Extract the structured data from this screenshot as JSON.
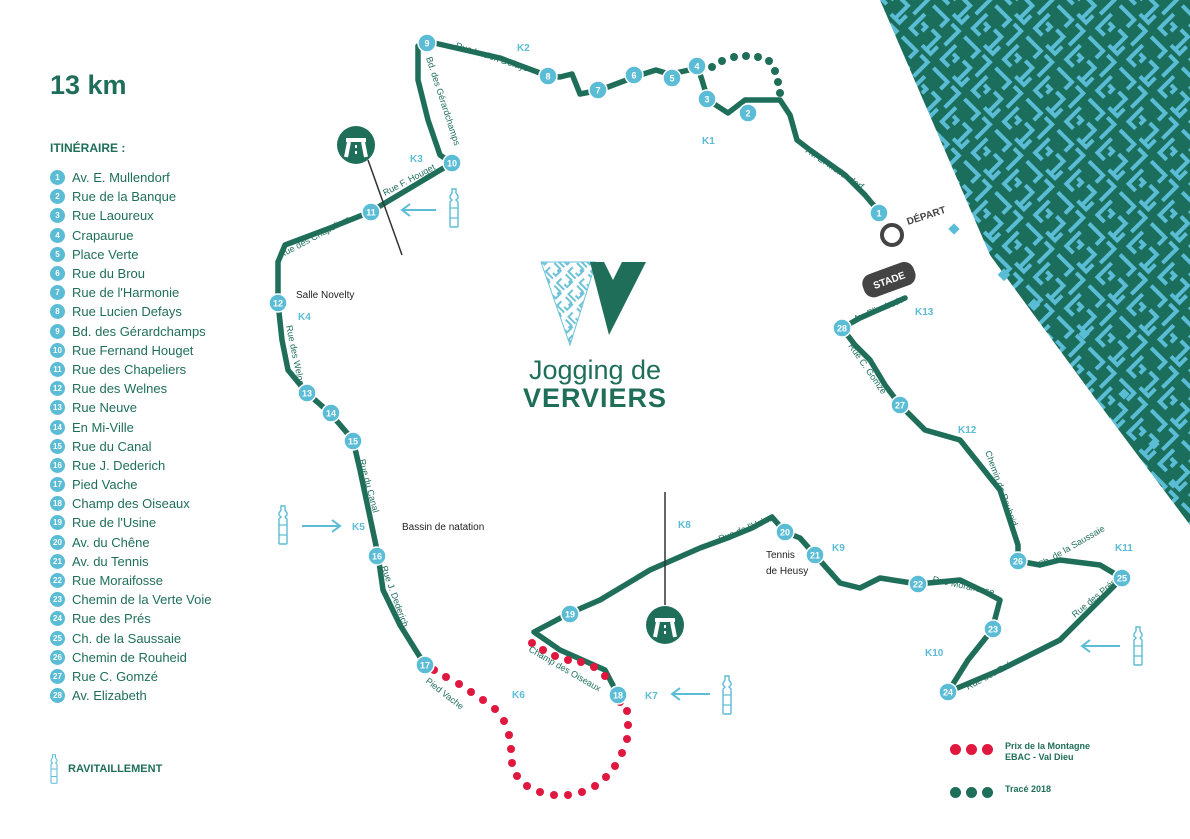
{
  "distance": "13 km",
  "itinerary_title": "ITINÉRAIRE :",
  "itinerary": [
    {
      "n": "1",
      "name": "Av. E. Mullendorf"
    },
    {
      "n": "2",
      "name": "Rue de la Banque"
    },
    {
      "n": "3",
      "name": "Rue Laoureux"
    },
    {
      "n": "4",
      "name": "Crapaurue"
    },
    {
      "n": "5",
      "name": "Place Verte"
    },
    {
      "n": "6",
      "name": "Rue du Brou"
    },
    {
      "n": "7",
      "name": "Rue de l'Harmonie"
    },
    {
      "n": "8",
      "name": "Rue Lucien Defays"
    },
    {
      "n": "9",
      "name": "Bd. des Gérardchamps"
    },
    {
      "n": "10",
      "name": "Rue Fernand Houget"
    },
    {
      "n": "11",
      "name": "Rue des Chapeliers"
    },
    {
      "n": "12",
      "name": "Rue des Welnes"
    },
    {
      "n": "13",
      "name": "Rue Neuve"
    },
    {
      "n": "14",
      "name": "En Mi-Ville"
    },
    {
      "n": "15",
      "name": "Rue du Canal"
    },
    {
      "n": "16",
      "name": "Rue J. Dederich"
    },
    {
      "n": "17",
      "name": "Pied Vache"
    },
    {
      "n": "18",
      "name": "Champ des Oiseaux"
    },
    {
      "n": "19",
      "name": "Rue de l'Usine"
    },
    {
      "n": "20",
      "name": "Av. du Chêne"
    },
    {
      "n": "21",
      "name": "Av. du Tennis"
    },
    {
      "n": "22",
      "name": "Rue Moraifosse"
    },
    {
      "n": "23",
      "name": "Chemin de la Verte Voie"
    },
    {
      "n": "24",
      "name": "Rue des Prés"
    },
    {
      "n": "25",
      "name": "Ch. de la Saussaie"
    },
    {
      "n": "26",
      "name": "Chemin de Rouheid"
    },
    {
      "n": "27",
      "name": "Rue C. Gomzé"
    },
    {
      "n": "28",
      "name": "Av. Elizabeth"
    }
  ],
  "ravitaillement_label": "RAVITAILLEMENT",
  "logo": {
    "line1": "Jogging de",
    "line2": "VERVIERS"
  },
  "legend": {
    "prix_line1": "Prix de la Montagne",
    "prix_line2": "EBAC - Val Dieu",
    "trace2018": "Tracé 2018"
  },
  "labels": {
    "depart": "DÉPART",
    "stade": "STADE",
    "salle": "Salle Novelty",
    "bassin": "Bassin de natation",
    "tennis1": "Tennis",
    "tennis2": "de Heusy"
  },
  "km_markers": [
    "K1",
    "K2",
    "K3",
    "K4",
    "K5",
    "K6",
    "K7",
    "K8",
    "K9",
    "K10",
    "K11",
    "K12",
    "K13"
  ],
  "street_labels": {
    "lucien_defays": "Rue Lucien Defays",
    "gerardchamps": "Bd. des Gérardchamps",
    "houget": "Rue F. Houget",
    "chapeliers": "Rue des Chapeliers",
    "welnes": "Rue des Welnes",
    "canal": "Rue du Canal",
    "dederich": "Rue J. Dederich",
    "pied_vache": "Pied Vache",
    "champ_oiseaux": "Champ des Oiseaux",
    "usine": "Rue de l'Usine",
    "moraifosse": "Rue Moraifosse",
    "pres": "Rue des Prés",
    "saussaie": "Ch. de la Saussaie",
    "rouheid": "Chemin de Rouheid",
    "gomze": "Rue C. Gomzé",
    "elisabeth": "Av. Elisabeth",
    "mullendorf": "Av. E. Mullendorf"
  },
  "colors": {
    "route": "#1f6e5a",
    "marker": "#5bbcd6",
    "prix": "#e0173f",
    "stade_bg": "#444444",
    "pattern_dark": "#1a6e5b",
    "pattern_light": "#5bbcd6"
  },
  "icons": {
    "motorway": "motorway-icon",
    "bottle": "water-bottle-icon",
    "depart": "start-ring-icon"
  }
}
